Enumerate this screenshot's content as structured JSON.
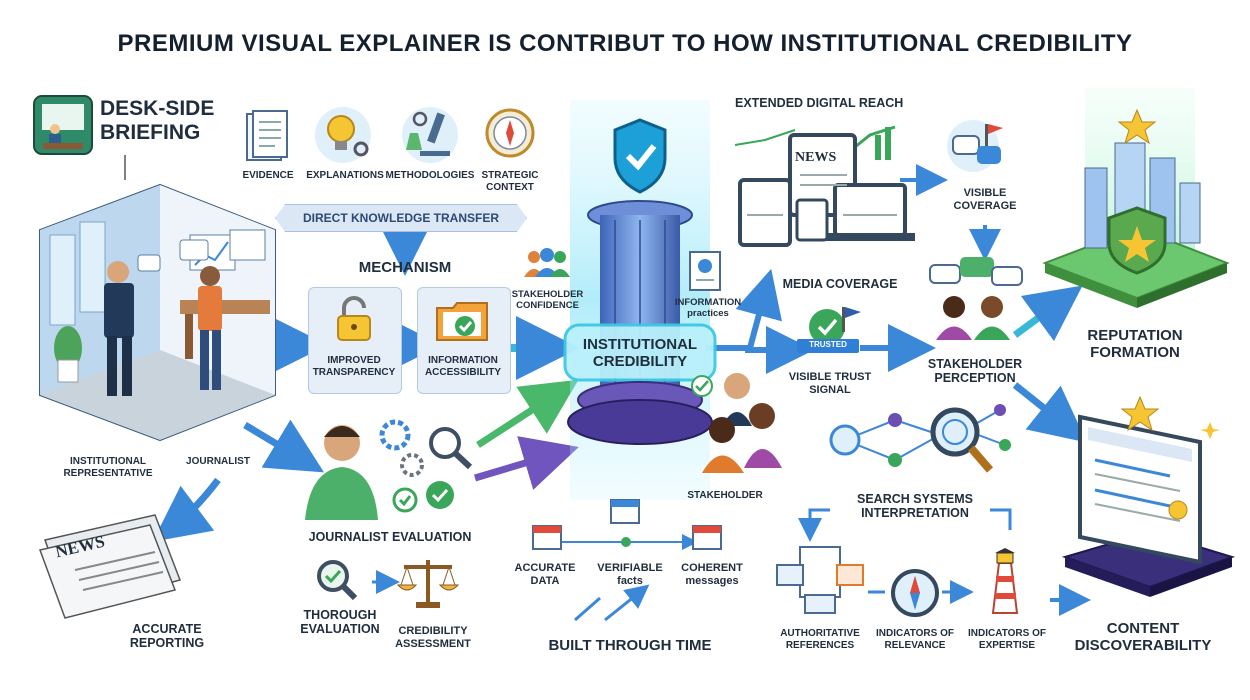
{
  "title": "PREMIUM VISUAL EXPLAINER IS CONTRIBUT TO HOW INSTITUTIONAL CREDIBILITY",
  "briefing": {
    "line1": "DESK-SIDE",
    "line2": "BRIEFING"
  },
  "inputs": {
    "evidence": "EVIDENCE",
    "explanations": "EXPLANATIONS",
    "methodologies": "METHODOLOGIES",
    "strategic_context": "STRATEGIC CONTEXT"
  },
  "direct_transfer": "DIRECT KNOWLEDGE TRANSFER",
  "mechanism": {
    "heading": "MECHANISM",
    "transparency": "IMPROVED TRANSPARENCY",
    "accessibility": "INFORMATION ACCESSIBILITY"
  },
  "people": {
    "representative": "INSTITUTIONAL REPRESENTATIVE",
    "journalist": "JOURNALIST"
  },
  "reporting": {
    "news": "NEWS",
    "label": "ACCURATE REPORTING"
  },
  "evaluation": {
    "heading": "JOURNALIST EVALUATION",
    "thorough": "THOROUGH EVALUATION",
    "assessment": "CREDIBILITY ASSESSMENT"
  },
  "center": {
    "label": "INSTITUTIONAL CREDIBILITY",
    "stakeholder_confidence": "STAKEHOLDER CONFIDENCE",
    "information_practices": "INFORMATION practices",
    "stakeholder": "STAKEHOLDER"
  },
  "time": {
    "accurate_data": "ACCURATE DATA",
    "verifiable_facts": "VERIFIABLE facts",
    "coherent_messages": "COHERENT messages",
    "built": "BUILT THROUGH TIME"
  },
  "media": {
    "extended_reach": "EXTENDED DIGITAL REACH",
    "news": "NEWS",
    "coverage": "MEDIA COVERAGE",
    "visible_coverage": "VISIBLE COVERAGE",
    "trusted": "TRUSTED",
    "trust_signal": "VISIBLE TRUST SIGNAL",
    "perception": "STAKEHOLDER PERCEPTION"
  },
  "search": {
    "interpretation": "SEARCH SYSTEMS INTERPRETATION",
    "authoritative": "AUTHORITATIVE REFERENCES",
    "relevance": "INDICATORS OF RELEVANCE",
    "expertise": "INDICATORS OF EXPERTISE"
  },
  "outcomes": {
    "reputation": "REPUTATION FORMATION",
    "discoverability": "CONTENT DISCOVERABILITY"
  },
  "colors": {
    "accent": "#2f7fd6",
    "cyan": "#35c6e8",
    "green": "#3aa65a",
    "gold": "#f3b62b",
    "purple": "#6b4fb3"
  }
}
